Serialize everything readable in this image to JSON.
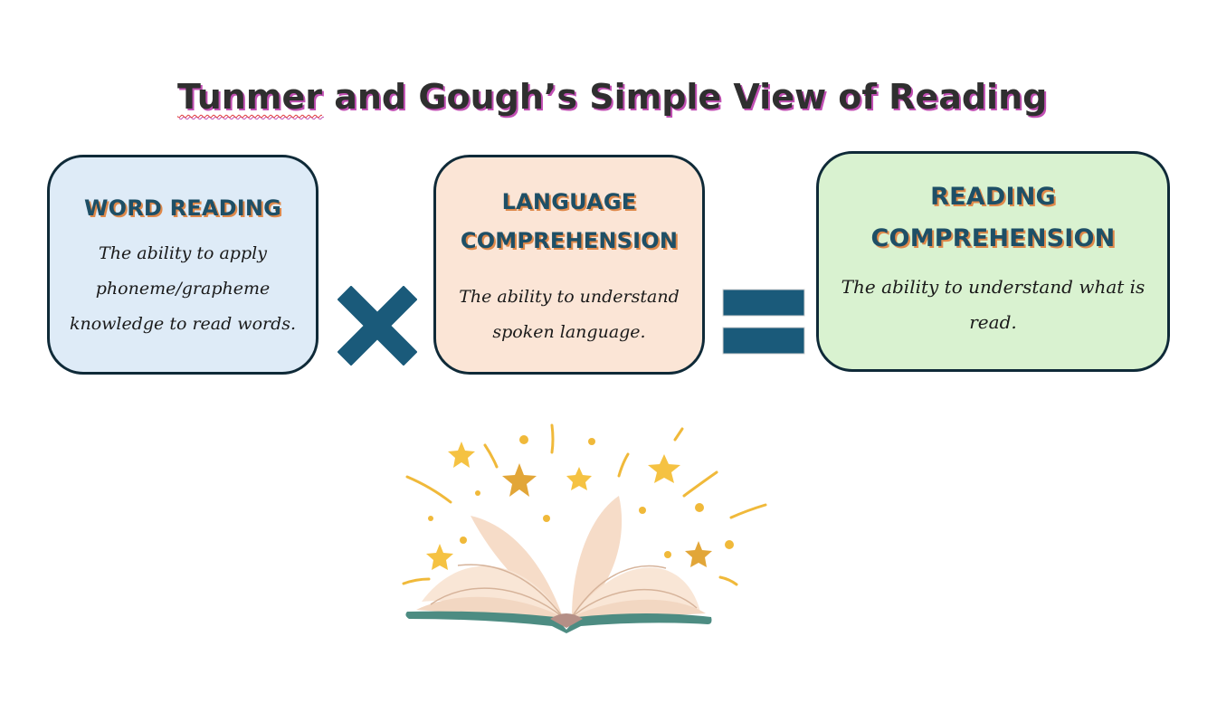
{
  "title": {
    "part1": "Tunmer",
    "part2": " and Gough’s Simple View of Reading"
  },
  "boxes": [
    {
      "heading": "WORD READING",
      "text": "The ability to apply phoneme/grapheme knowledge to read words.",
      "color": "#deebf7"
    },
    {
      "heading_line1": "LANGUAGE",
      "heading_line2": "COMPREHENSION",
      "text": "The ability to understand spoken language.",
      "color": "#fbe5d6"
    },
    {
      "heading_line1": "READING",
      "heading_line2": "COMPREHENSION",
      "text": "The ability to understand what is read.",
      "color": "#d9f2d0"
    }
  ],
  "operators": {
    "multiply": "multiply-symbol",
    "equals": "equals-symbol",
    "color": "#1a5a7a"
  },
  "illustration": "open-book-with-stars-icon",
  "colors": {
    "heading_text": "#1e4f66",
    "heading_shadow": "#e0894a",
    "title_shadow": "#c14fb3",
    "border": "#0f2a38"
  }
}
